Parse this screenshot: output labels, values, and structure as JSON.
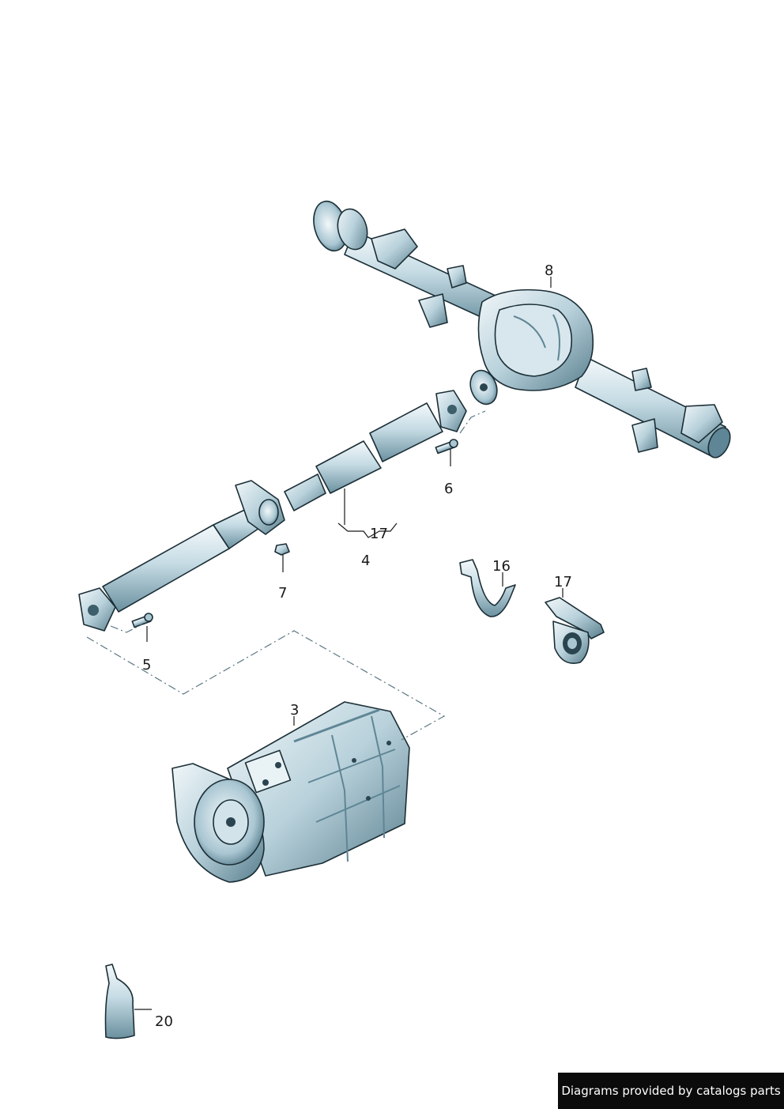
{
  "callouts": {
    "c3": "3",
    "c4": "4",
    "c5": "5",
    "c6": "6",
    "c7": "7",
    "c8": "8",
    "c16": "16",
    "c17a": "17",
    "c17b": "17",
    "c20": "20"
  },
  "parts": [
    {
      "id": "3",
      "name": "gearbox"
    },
    {
      "id": "4",
      "name": "propshaft"
    },
    {
      "id": "5",
      "name": "bolt"
    },
    {
      "id": "6",
      "name": "bolt"
    },
    {
      "id": "7",
      "name": "nut"
    },
    {
      "id": "8",
      "name": "rear-axle-differential"
    },
    {
      "id": "16",
      "name": "bracket"
    },
    {
      "id": "17",
      "name": "center-bearing"
    },
    {
      "id": "20",
      "name": "grease-tube"
    }
  ],
  "colors": {
    "metal_light": "#eef5f8",
    "metal_mid": "#a9c6d2",
    "metal_dark": "#5f8696",
    "outline": "#1b2e36",
    "credit_bg": "#0b0b0b",
    "credit_text": "#ffffff"
  },
  "credit": "Diagrams provided by catalogs parts"
}
